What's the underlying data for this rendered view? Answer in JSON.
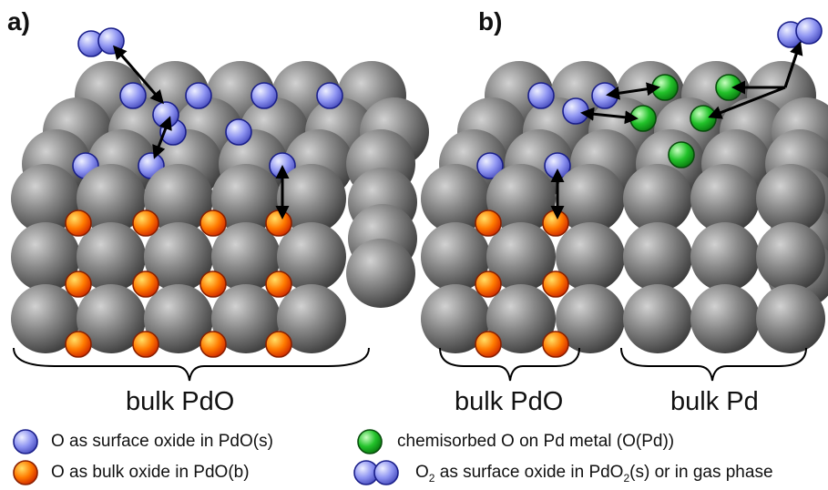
{
  "panels": [
    {
      "label": "a)",
      "bulk_labels": [
        "bulk PdO"
      ]
    },
    {
      "label": "b)",
      "bulk_labels": [
        "bulk PdO",
        "bulk Pd"
      ]
    }
  ],
  "legend": {
    "surface_oxide": "O as surface oxide in PdO(s)",
    "bulk_oxide": "O as bulk oxide in PdO(b)",
    "chemisorbed": "chemisorbed O on Pd metal (O(Pd))",
    "o2_prefix": "O",
    "o2_sub1": "2",
    "o2_mid": " as surface oxide in PdO",
    "o2_sub2": "2",
    "o2_suffix": "(s) or in gas phase"
  },
  "colors": {
    "pd_atom": "#7a7a7a",
    "surface_oxide_O": "#8f95f2",
    "bulk_oxide_O": "#ff6a00",
    "chemisorbed_O": "#1fbf2a",
    "arrow": "#000000"
  }
}
